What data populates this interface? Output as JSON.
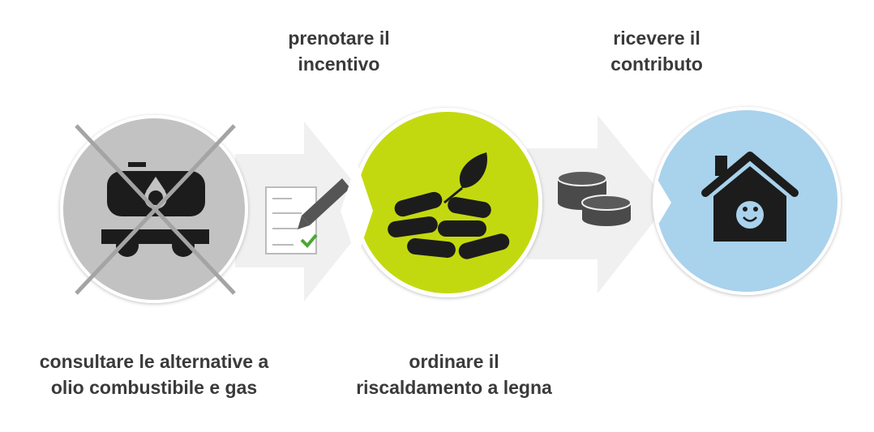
{
  "steps": [
    {
      "label_line1": "consultare le alternative a",
      "label_line2": "olio combustibile e gas",
      "icon": "crossed-out-oil-tank-wagon-icon",
      "color": "#c2c2c2"
    },
    {
      "label_line1": "ordinare il",
      "label_line2": "riscaldamento a legna",
      "icon": "wood-pellets-leaf-icon",
      "color": "#c3d90f"
    },
    {
      "label_line1": "ricevere il",
      "label_line2": "contributo",
      "icon": "happy-house-icon",
      "color": "#a9d2ec"
    }
  ],
  "transitions": [
    {
      "label_line1": "prenotare il",
      "label_line2": "incentivo",
      "icon": "form-with-pencil-icon"
    },
    {
      "label_line1": "",
      "label_line2": "",
      "icon": "coins-icon"
    }
  ],
  "colors": {
    "arrow": "#f0f0f0",
    "text": "#3a3a3a",
    "icon": "#1c1c1c",
    "check": "#4aa832"
  }
}
